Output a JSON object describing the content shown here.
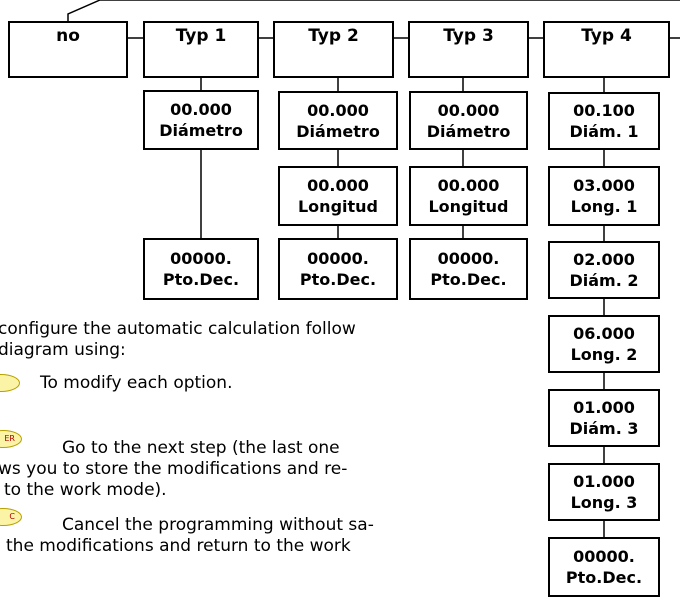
{
  "top_row": [
    {
      "id": "no",
      "label": "no"
    },
    {
      "id": "typ1",
      "label": "Typ 1"
    },
    {
      "id": "typ2",
      "label": "Typ 2"
    },
    {
      "id": "typ3",
      "label": "Typ 3"
    },
    {
      "id": "typ4",
      "label": "Typ 4"
    }
  ],
  "typ1": {
    "diam": {
      "value": "00.000",
      "label": "Diámetro"
    },
    "dec": {
      "value": "00000.",
      "label": "Pto.Dec."
    }
  },
  "typ2": {
    "diam": {
      "value": "00.000",
      "label": "Diámetro"
    },
    "long": {
      "value": "00.000",
      "label": "Longitud"
    },
    "dec": {
      "value": "00000.",
      "label": "Pto.Dec."
    }
  },
  "typ3": {
    "diam": {
      "value": "00.000",
      "label": "Diámetro"
    },
    "long": {
      "value": "00.000",
      "label": "Longitud"
    },
    "dec": {
      "value": "00000.",
      "label": "Pto.Dec."
    }
  },
  "typ4": {
    "d1": {
      "value": "00.100",
      "label": "Diám. 1"
    },
    "l1": {
      "value": "03.000",
      "label": "Long. 1"
    },
    "d2": {
      "value": "02.000",
      "label": "Diám. 2"
    },
    "l2": {
      "value": "06.000",
      "label": "Long. 2"
    },
    "d3": {
      "value": "01.000",
      "label": "Diám. 3"
    },
    "l3": {
      "value": "01.000",
      "label": "Long. 3"
    },
    "dec": {
      "value": "00000.",
      "label": "Pto.Dec."
    }
  },
  "text": {
    "intro_1": "configure the automatic calculation follow",
    "intro_2": "diagram using:",
    "item1": "To modify each option.",
    "item2_1": "Go to the next step (the last one",
    "item2_2": "ws you to store the modifications and re-",
    "item2_3": "to the work mode).",
    "item3_1": "Cancel the programming without sa-",
    "item3_2": "the modifications and return to the work"
  },
  "keys": {
    "enter_tag": "ER",
    "esc_tag": "C"
  },
  "colors": {
    "key_fill": "#fbf4a6",
    "key_text": "#b00000"
  }
}
